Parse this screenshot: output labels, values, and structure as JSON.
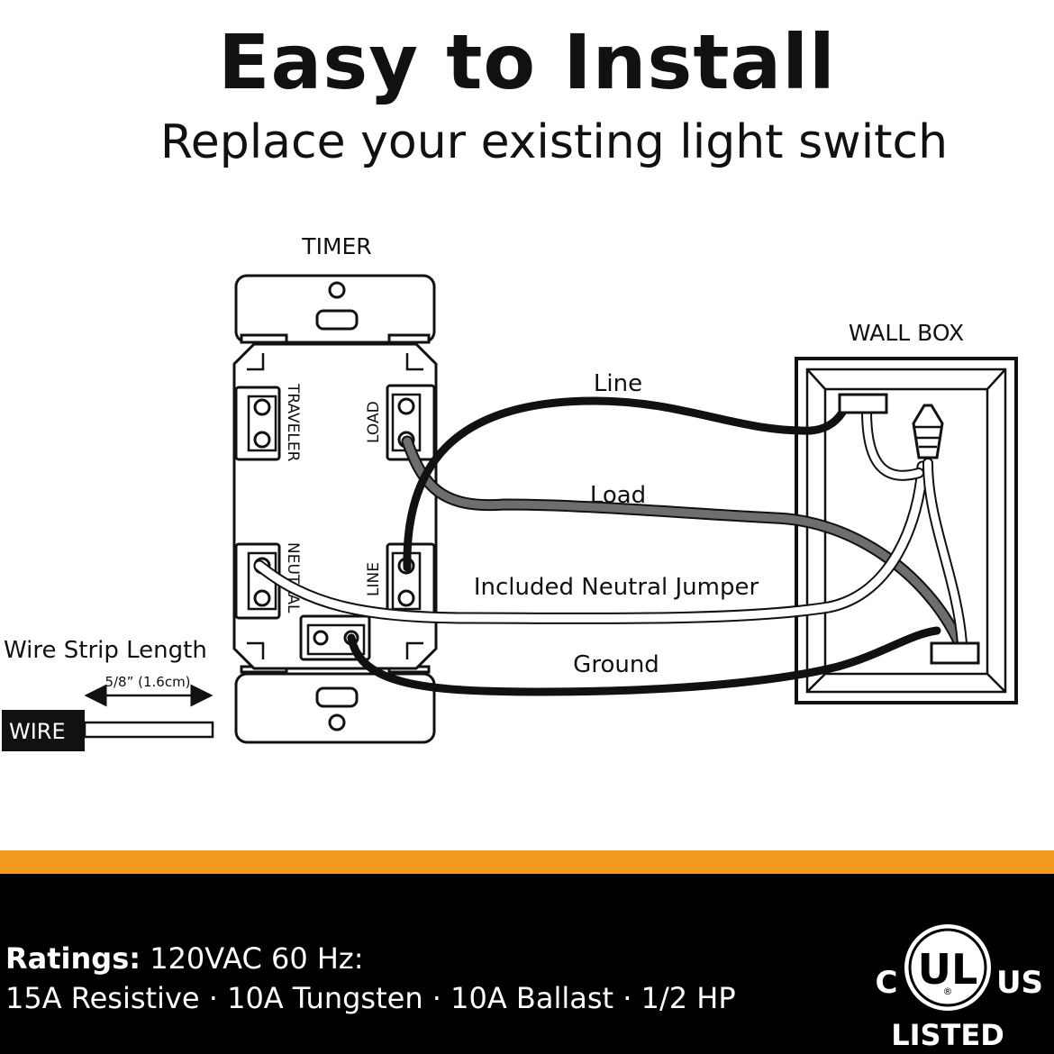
{
  "header": {
    "title": "Easy to Install",
    "subtitle": "Replace your existing light switch"
  },
  "diagram": {
    "timer_label": "TIMER",
    "wall_box_label": "WALL BOX",
    "terminals": {
      "traveler": "TRAVELER",
      "load": "LOAD",
      "neutral": "NEUTRAL",
      "line": "LINE"
    },
    "wires": {
      "line": "Line",
      "load": "Load",
      "neutral_jumper": "Included Neutral Jumper",
      "ground": "Ground"
    },
    "strip": {
      "title": "Wire Strip Length",
      "measure": "5/8” (1.6cm)",
      "wire_label": "WIRE"
    }
  },
  "ratings": {
    "label": "Ratings:",
    "line1": "120VAC 60 Hz:",
    "line2": "15A Resistive · 10A Tungsten · 10A Ballast · 1/2 HP"
  },
  "certification": {
    "c": "C",
    "ul": "UL",
    "us": "US",
    "listed": "LISTED",
    "registered": "®"
  },
  "colors": {
    "accent_orange": "#f39a1e",
    "footer_bg": "#000000",
    "wire_black": "#111111",
    "wire_gray": "#6e6e6e",
    "wire_white": "#ffffff"
  }
}
